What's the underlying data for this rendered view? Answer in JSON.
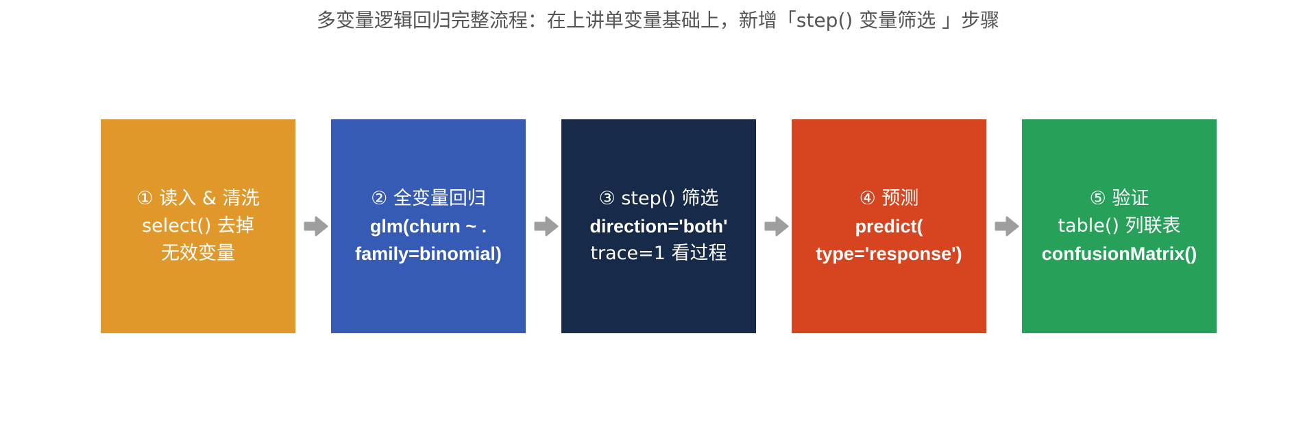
{
  "title": "多变量逻辑回归完整流程：在上讲单变量基础上，新增「step() 变量筛选 」步骤",
  "colors": {
    "step1": "#E0982B",
    "step2": "#365BB5",
    "step3": "#172A4A",
    "step4": "#D64520",
    "step5": "#27A05A",
    "arrow": "#9E9E9E"
  },
  "steps": [
    {
      "lines": [
        {
          "text": "① 读入 & 清洗",
          "bold": false
        },
        {
          "text": "select() 去掉",
          "bold": false
        },
        {
          "text": "无效变量",
          "bold": false
        }
      ]
    },
    {
      "lines": [
        {
          "text": "② 全变量回归",
          "bold": false
        },
        {
          "text": "glm(churn ~ .",
          "bold": true
        },
        {
          "text": "family=binomial)",
          "bold": true
        }
      ]
    },
    {
      "lines": [
        {
          "text": "③ step() 筛选",
          "bold": false
        },
        {
          "text": "direction='both'",
          "bold": true
        },
        {
          "text": "trace=1 看过程",
          "bold": false
        }
      ]
    },
    {
      "lines": [
        {
          "text": "④ 预测",
          "bold": false
        },
        {
          "text": "predict(",
          "bold": true
        },
        {
          "text": "type='response')",
          "bold": true
        }
      ]
    },
    {
      "lines": [
        {
          "text": "⑤ 验证",
          "bold": false
        },
        {
          "text": "table() 列联表",
          "bold": false
        },
        {
          "text": "confusionMatrix()",
          "bold": true
        }
      ]
    }
  ]
}
